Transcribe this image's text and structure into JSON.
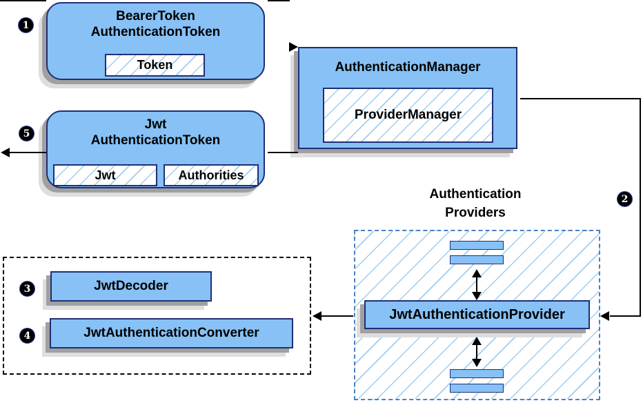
{
  "steps": {
    "s1": "1",
    "s2": "2",
    "s3": "3",
    "s4": "4",
    "s5": "5"
  },
  "nodes": {
    "bearer": {
      "line1": "BearerToken",
      "line2": "AuthenticationToken",
      "chip": "Token"
    },
    "manager": {
      "title": "AuthenticationManager",
      "chip": "ProviderManager"
    },
    "jwt_token": {
      "line1": "Jwt",
      "line2": "AuthenticationToken",
      "chip1": "Jwt",
      "chip2": "Authorities"
    },
    "providers_group": {
      "line1": "Authentication",
      "line2": "Providers"
    },
    "provider": {
      "title": "JwtAuthenticationProvider"
    },
    "decoder": {
      "title": "JwtDecoder"
    },
    "converter": {
      "title": "JwtAuthenticationConverter"
    }
  },
  "colors": {
    "node_fill": "#87c1f5",
    "node_border": "#1f2d77",
    "hatch_line": "#9ecdf0",
    "providers_dashed_border": "#4a7fc1",
    "decoder_dashed_border": "#000000",
    "arrow": "#000000",
    "shadow_inner": "#a0a0a0",
    "shadow_outer": "#dedede",
    "badge_bg": "#000000",
    "badge_text": "#ffffff"
  }
}
